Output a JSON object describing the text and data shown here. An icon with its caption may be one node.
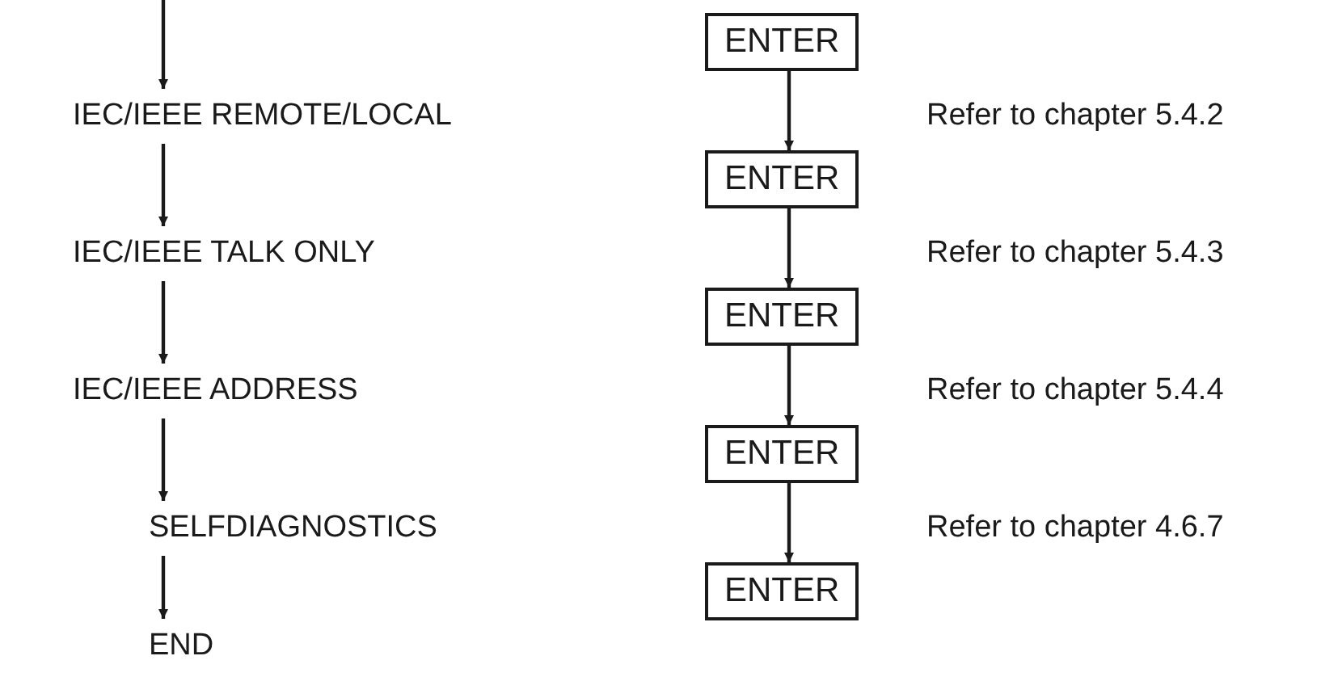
{
  "diagram": {
    "nodes": [
      {
        "text": [
          "IEC/IEEE REMOTE/LOCAL"
        ]
      },
      {
        "text": [
          "IEC/IEEE TALK ONLY"
        ]
      },
      {
        "text": [
          "IEC/IEEE ADDRESS"
        ]
      },
      {
        "text": [
          "SELFDIAGNOSTICS"
        ]
      },
      {
        "text": [
          "END"
        ]
      },
      {
        "text": [
          "ENTER"
        ]
      },
      {
        "text": [
          "ENTER"
        ]
      },
      {
        "text": [
          "ENTER"
        ]
      },
      {
        "text": [
          "ENTER"
        ]
      },
      {
        "text": [
          "ENTER"
        ]
      }
    ],
    "edges": [
      {
        "from": null,
        "to": 0,
        "arrow": "to"
      },
      {
        "from": 0,
        "to": 1,
        "arrow": "to"
      },
      {
        "from": 1,
        "to": 2,
        "arrow": "to"
      },
      {
        "from": 2,
        "to": 3,
        "arrow": "to"
      },
      {
        "from": 3,
        "to": 4,
        "arrow": "to"
      },
      {
        "from": 5,
        "to": 6,
        "arrow": "to"
      },
      {
        "from": 6,
        "to": 7,
        "arrow": "to"
      },
      {
        "from": 7,
        "to": 8,
        "arrow": "to"
      },
      {
        "from": 8,
        "to": 9,
        "arrow": "to"
      }
    ],
    "labels": [
      "Refer to chapter 5.4.2",
      "Refer to chapter 5.4.3",
      "Refer to chapter 5.4.4",
      "Refer to chapter 4.6.7"
    ]
  }
}
